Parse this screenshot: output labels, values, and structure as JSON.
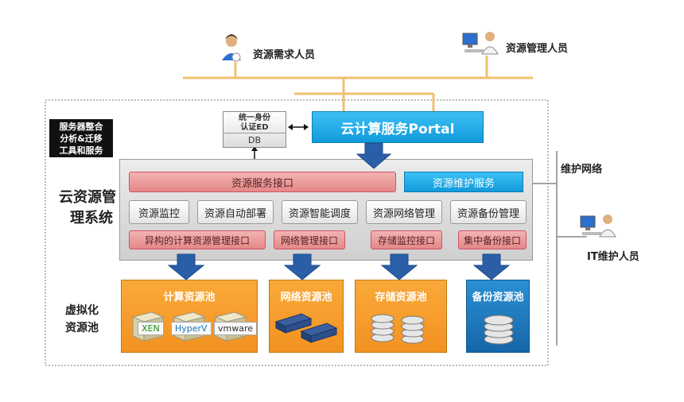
{
  "people": {
    "resource_requesters": "资源需求人员",
    "resource_managers": "资源管理人员",
    "it_maintenance": "IT维护人员"
  },
  "left_labels": {
    "server_tools": [
      "服务器整合",
      "分析&迁移",
      "工具和服务"
    ],
    "cloud_mgmt": [
      "云资源管",
      "理系统"
    ],
    "virtual_pool": [
      "虚拟化",
      "资源池"
    ]
  },
  "auth": {
    "title_line1": "统一身份",
    "title_line2": "认证ED",
    "db": "DB"
  },
  "portal": "云计算服务Portal",
  "maintenance_network": "维护网络",
  "service_interface": "资源服务接口",
  "maintenance_service": "资源维护服务",
  "functions": [
    "资源监控",
    "资源自动部署",
    "资源智能调度",
    "资源网络管理",
    "资源备份管理"
  ],
  "interfaces": [
    "异构的计算资源管理接口",
    "网络管理接口",
    "存储监控接口",
    "集中备份接口"
  ],
  "pools": {
    "compute": "计算资源池",
    "network": "网络资源池",
    "storage": "存储资源池",
    "backup": "备份资源池"
  },
  "hypervisors": [
    "XEN",
    "HyperV",
    "vmware"
  ],
  "colors": {
    "portal_blue": "#1fa9e6",
    "pool_orange": "#f29221",
    "backup_blue": "#1f7fc2",
    "arrow_blue": "#2a5fa8",
    "interface_pink": "#e48888",
    "line_orange": "#f0c070"
  }
}
